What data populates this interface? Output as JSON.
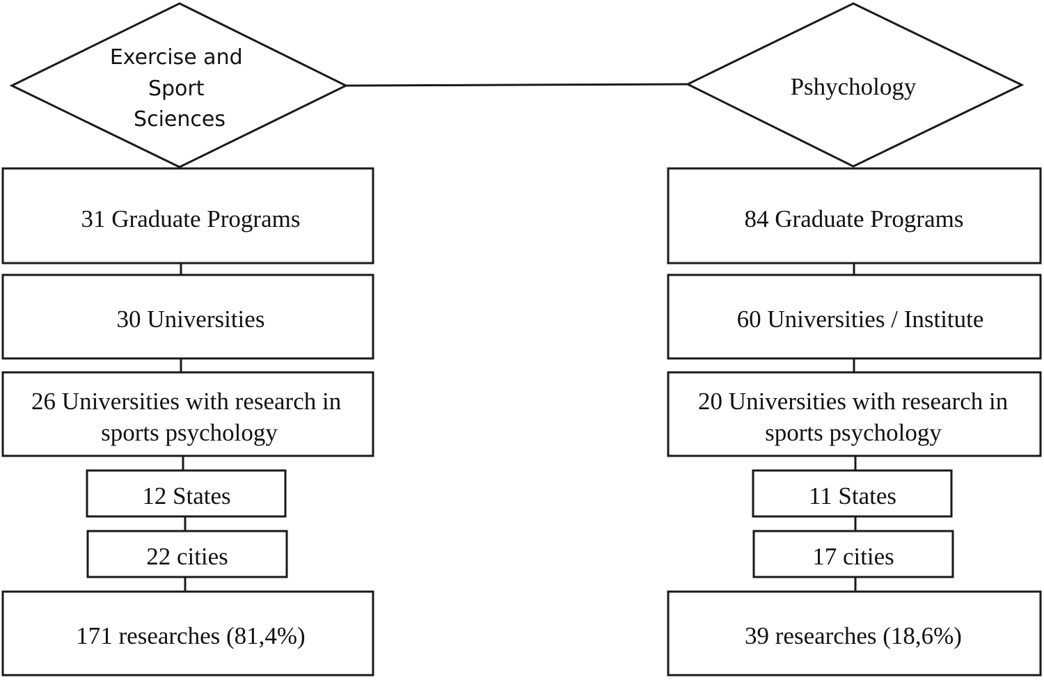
{
  "left": {
    "title_lines": [
      "Exercise and",
      "Sport",
      "Sciences"
    ],
    "graduate_programs": "31 Graduate Programs",
    "universities": "30 Universities",
    "research_universities_lines": [
      "26 Universities with research in",
      "sports psychology"
    ],
    "states": "12 States",
    "cities": "22 cities",
    "researches": "171 researches (81,4%)"
  },
  "right": {
    "title_lines": [
      "Pshychology"
    ],
    "graduate_programs": "84 Graduate Programs",
    "universities": "60 Universities / Institute",
    "research_universities_lines": [
      "20 Universities with research in",
      "sports psychology"
    ],
    "states": "11 States",
    "cities": "17 cities",
    "researches": "39 researches (18,6%)"
  }
}
